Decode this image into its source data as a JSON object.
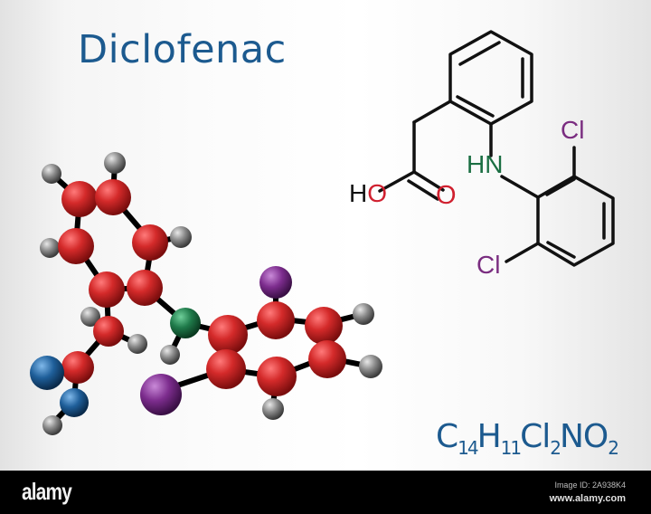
{
  "title": "Diclofenac",
  "formula": {
    "parts": [
      {
        "el": "C",
        "n": "14"
      },
      {
        "el": "H",
        "n": "11"
      },
      {
        "el": "Cl",
        "n": "2"
      },
      {
        "el": "NO",
        "n": "2"
      }
    ]
  },
  "structure": {
    "labels": {
      "hydroxyl": "HO",
      "carbonyl_oxygen": "O",
      "amine": "HN",
      "chlorine_top": "Cl",
      "chlorine_bottom": "Cl"
    }
  },
  "colors": {
    "title": "#1c5a8f",
    "carbon": "#d42a2a",
    "hydrogen": "#8a8a8a",
    "nitrogen": "#1f7a4a",
    "oxygen": "#1f5f9a",
    "chlorine": "#7d2d8e",
    "label_oxygen": "#d0202f",
    "label_nitrogen": "#1a6e42",
    "label_chlorine": "#7a2d80"
  },
  "footer": {
    "brand": "alamy",
    "image_id": "Image ID: 2A938K4",
    "site": "www.alamy.com"
  }
}
